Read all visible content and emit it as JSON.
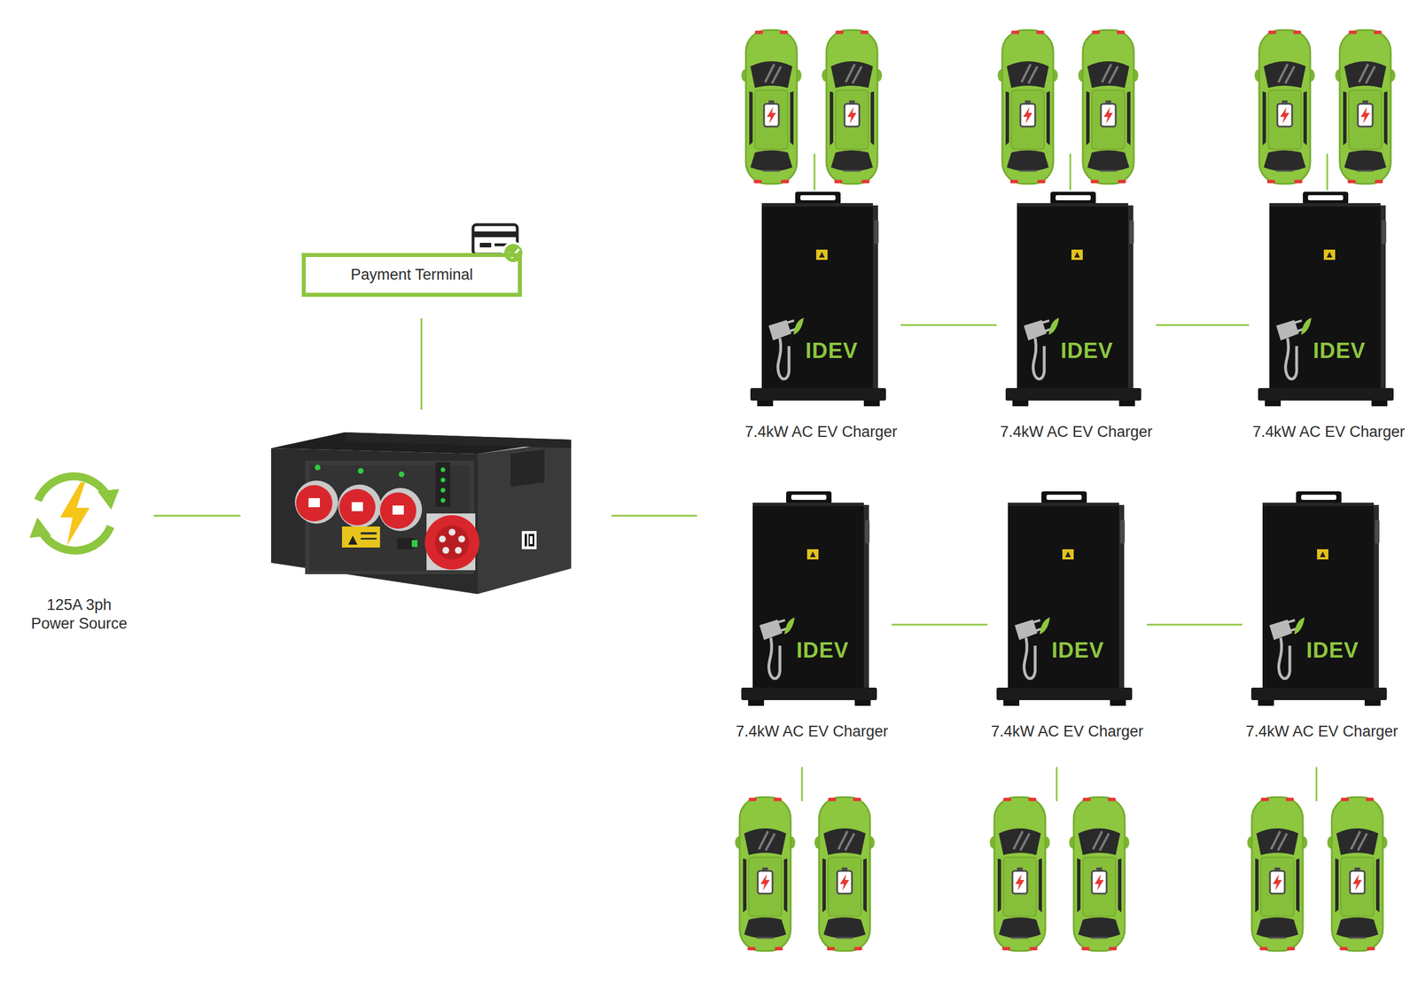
{
  "diagram": {
    "nodes": [
      {
        "text": [
          "Payment Terminal"
        ]
      },
      {
        "text": [
          "125A 3ph Power Source"
        ]
      },
      {
        "text": [
          "IDEV",
          "7.4kW AC EV Charger"
        ]
      },
      {
        "text": [
          "IDEV",
          "7.4kW AC EV Charger"
        ]
      },
      {
        "text": [
          "IDEV",
          "7.4kW AC EV Charger"
        ]
      },
      {
        "text": [
          "IDEV",
          "7.4kW AC EV Charger"
        ]
      },
      {
        "text": [
          "IDEV",
          "7.4kW AC EV Charger"
        ]
      },
      {
        "text": [
          "IDEV",
          "7.4kW AC EV Charger"
        ]
      }
    ],
    "edges": [
      {
        "from": 2,
        "to": 3,
        "arrow": "none"
      },
      {
        "from": 3,
        "to": 4,
        "arrow": "none"
      },
      {
        "from": 5,
        "to": 6,
        "arrow": "none"
      },
      {
        "from": 6,
        "to": 7,
        "arrow": "none"
      }
    ]
  }
}
